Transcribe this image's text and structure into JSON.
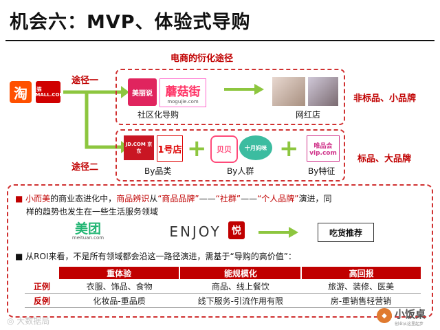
{
  "title": "机会六：MVP、体验式导购",
  "subtitle": "电商的衍化途径",
  "source_logos": {
    "taobao": "淘",
    "tmall": "天猫 TMALL.COM"
  },
  "paths": {
    "path1": "途径一",
    "path2": "途径二"
  },
  "row1": {
    "logos": {
      "meilishuo": "美丽说",
      "mogujie": "蘑菇街",
      "mogujie_domain": "mogujie.com"
    },
    "caption_left": "社区化导购",
    "caption_right": "网红店",
    "side_label": "非标品、小品牌"
  },
  "row2": {
    "logos": {
      "jd": "JD.COM 京东",
      "yhd": "1号店",
      "beibei": "贝贝",
      "muying": "十月妈咪",
      "vip": "唯品会 vip.com"
    },
    "captions": [
      "By品类",
      "By人群",
      "By特征"
    ],
    "side_label": "标品、大品牌"
  },
  "info": {
    "bullet1_parts": [
      "小而美",
      "的商业态进化中，",
      "商品辨识",
      "从",
      "“商品品牌”",
      "——",
      "“社群”",
      "——",
      "“个人品牌”",
      "演进，同"
    ],
    "bullet1_line2": "样的趋势也发生在一些生活服务领域",
    "logos": {
      "meituan": "美团",
      "meituan_domain": "meituan.com",
      "enjoy": "ENJOY",
      "yue": "悦"
    },
    "recommend": "吃货推荐",
    "bullet2": "从ROI来看，不是所有领域都会沿这一路径演进，需基于“导购的高价值”："
  },
  "table": {
    "headers": [
      "重体验",
      "能规模化",
      "高回报"
    ],
    "rows": [
      {
        "label": "正例",
        "cells": [
          "衣服、饰品、食物",
          "商品、线上餐饮",
          "旅游、装修、医美"
        ]
      },
      {
        "label": "反例",
        "cells": [
          "化妆品-重品质",
          "线下服务-引流作用有限",
          "房-重销售轻营销"
        ]
      }
    ]
  },
  "watermarks": {
    "left": "大数据局",
    "right_main": "小饭桌",
    "right_sub": "创业从这里起步"
  },
  "colors": {
    "accent": "#c00000",
    "arrow": "#8dc63f"
  }
}
